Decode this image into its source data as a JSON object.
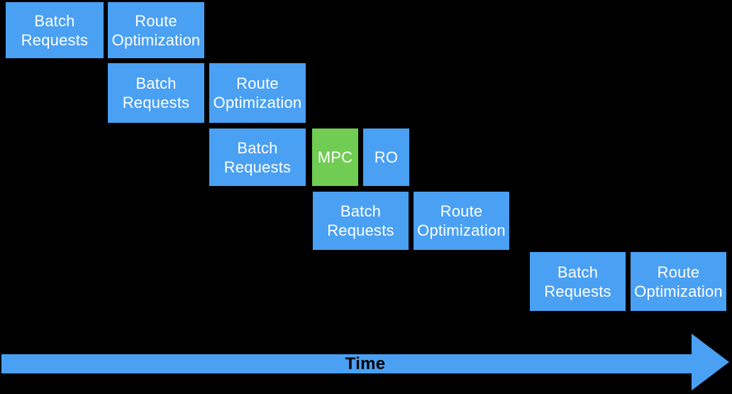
{
  "colors": {
    "background": "#000000",
    "box_blue": "#4AA0F2",
    "box_green": "#70CC52",
    "box_text": "#FFFFFF",
    "arrow_blue": "#4AA0F2",
    "time_text": "#000000"
  },
  "diagram": {
    "description_type": "staircase-pipeline-timeline",
    "boxes": [
      {
        "label": "Batch Requests",
        "color": "blue",
        "row": 1
      },
      {
        "label": "Route Optimization",
        "color": "blue",
        "row": 1
      },
      {
        "label": "Batch Requests",
        "color": "blue",
        "row": 2
      },
      {
        "label": "Route Optimization",
        "color": "blue",
        "row": 2
      },
      {
        "label": "Batch Requests",
        "color": "blue",
        "row": 3
      },
      {
        "label": "MPC",
        "color": "green",
        "row": 3
      },
      {
        "label": "RO",
        "color": "blue",
        "row": 3
      },
      {
        "label": "Batch Requests",
        "color": "blue",
        "row": 4
      },
      {
        "label": "Route Optimization",
        "color": "blue",
        "row": 4
      },
      {
        "label": "Batch Requests",
        "color": "blue",
        "row": 5
      },
      {
        "label": "Route Optimization",
        "color": "blue",
        "row": 5
      }
    ],
    "timeline": {
      "label": "Time"
    }
  }
}
